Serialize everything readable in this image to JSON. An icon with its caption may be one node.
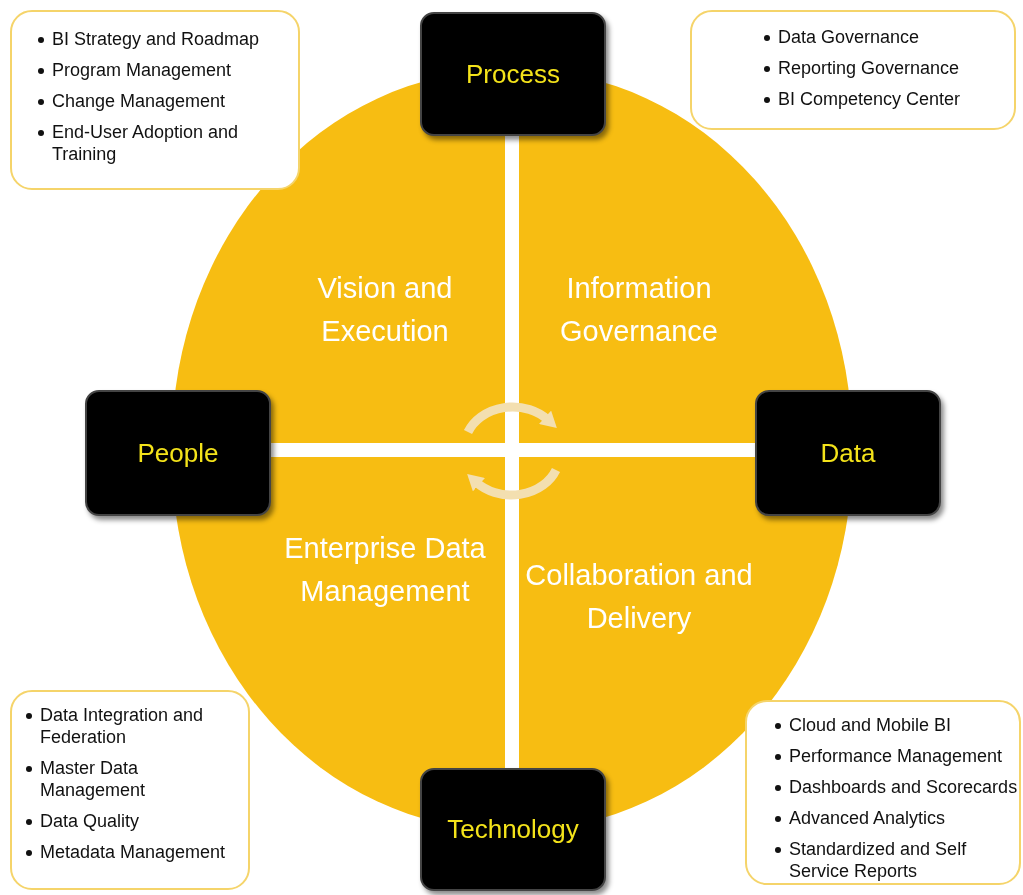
{
  "diagram": {
    "nodes": [
      {
        "text": [
          "BI Strategy and Roadmap",
          "Program Management",
          "Change Management",
          "End-User Adoption and Training"
        ]
      },
      {
        "text": [
          "Process"
        ]
      },
      {
        "text": [
          "Data Governance",
          "Reporting Governance",
          "BI Competency Center"
        ]
      },
      {
        "text": [
          "Vision and Execution"
        ]
      },
      {
        "text": [
          "Information Governance"
        ]
      },
      {
        "text": [
          "People"
        ]
      },
      {
        "text": [
          "Data"
        ]
      },
      {
        "text": [
          "Enterprise Data Management"
        ]
      },
      {
        "text": [
          "Collaboration and Delivery"
        ]
      },
      {
        "text": [
          "Data Integration and Federation",
          "Master Data Management",
          "Data Quality",
          "Metadata Management"
        ]
      },
      {
        "text": [
          "Technology"
        ]
      },
      {
        "text": [
          "Cloud and Mobile BI",
          "Performance Management",
          "Dashboards and Scorecards",
          "Advanced Analytics",
          "Standardized and Self Service Reports"
        ]
      }
    ],
    "edges": [
      {
        "from": 3,
        "to": 4,
        "arrow": "to"
      },
      {
        "from": 8,
        "to": 7,
        "arrow": "to"
      }
    ]
  }
}
